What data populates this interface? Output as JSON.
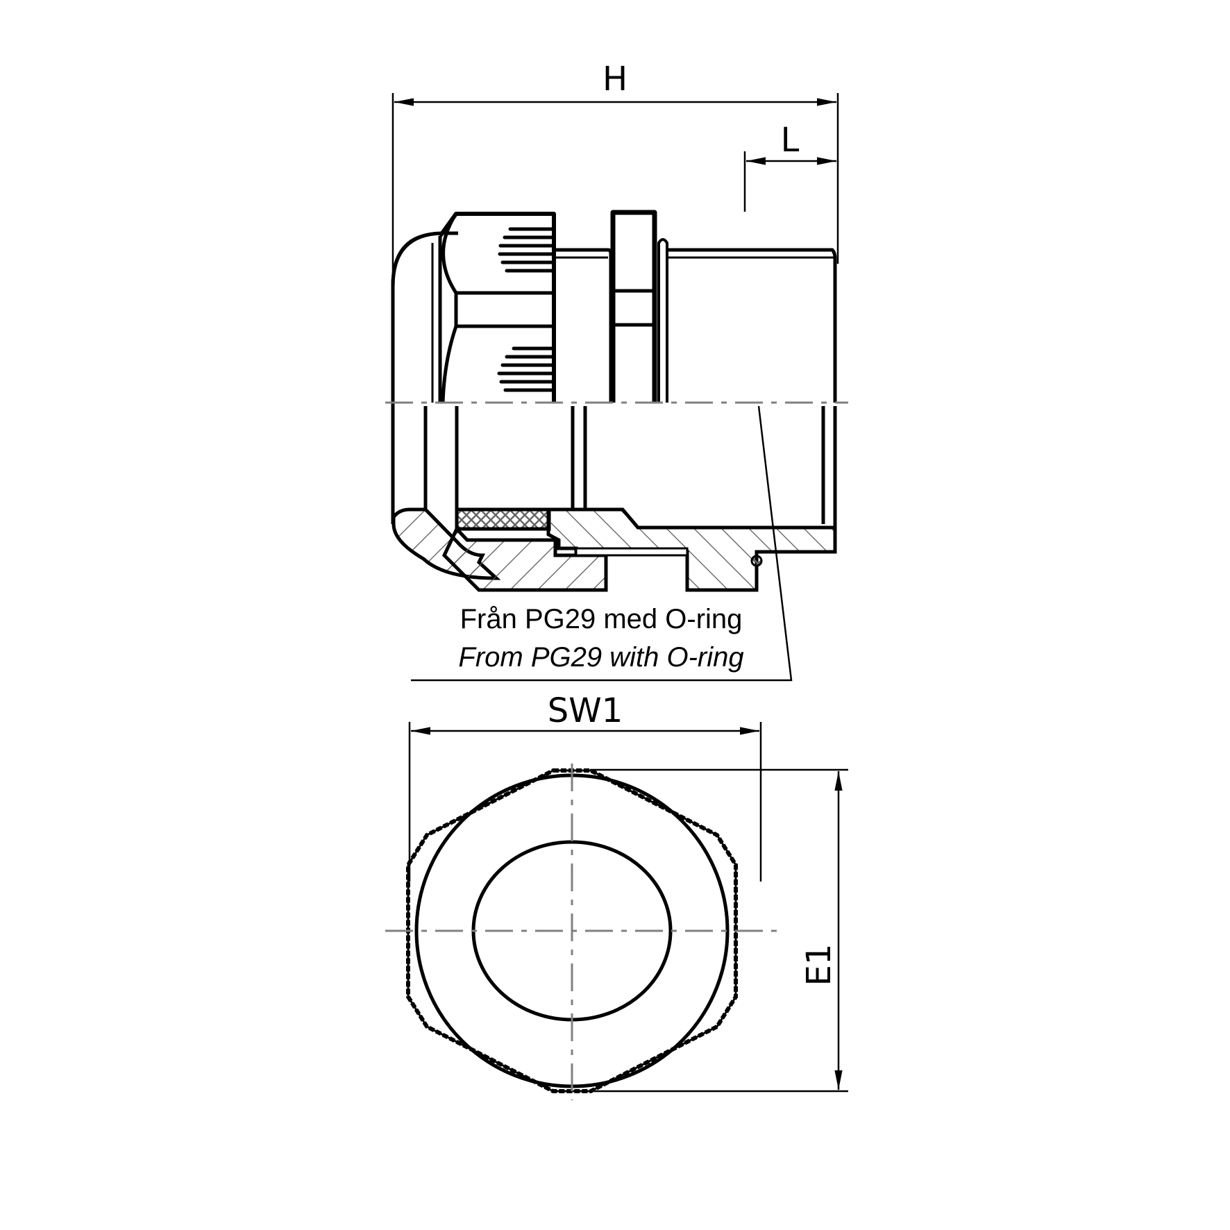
{
  "drawing": {
    "subject": "cable gland technical drawing",
    "views": [
      "side view with half section",
      "end view (hexagon)"
    ]
  },
  "dimensions": {
    "H": "H",
    "L": "L",
    "SW1": "SW1",
    "E1": "E1"
  },
  "annotation": {
    "line1": "Från PG29 med O-ring",
    "line2": "From PG29 with O-ring"
  },
  "colors": {
    "line": "#000000",
    "centerline": "#808080",
    "background": "#ffffff"
  }
}
